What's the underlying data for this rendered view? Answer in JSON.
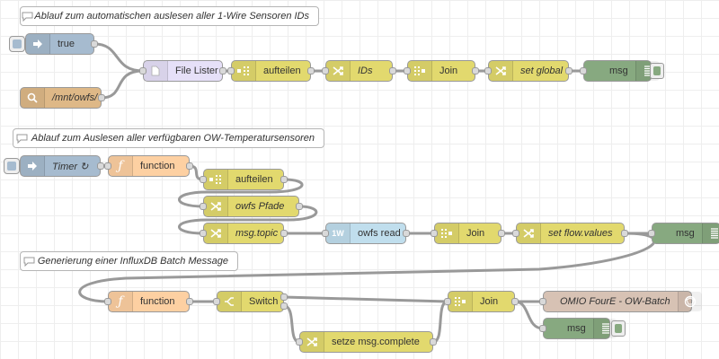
{
  "comments": {
    "c1": "Ablauf zum automatischen auslesen aller 1-Wire Sensoren IDs",
    "c2": "Ablauf zum Auslesen aller verfügbaren OW-Temperatursensoren",
    "c3": "Generierung einer InfluxDB Batch Message"
  },
  "nodes": {
    "inject_true": "true",
    "path_owfs": "/mnt/owfs/",
    "file_lister": "File Lister",
    "split_1": "aufteilen",
    "change_ids": "IDs",
    "join_1": "Join",
    "set_global": "set global",
    "debug_1": "msg",
    "timer": "Timer ↻",
    "function_1": "function",
    "split_2": "aufteilen",
    "owfs_pfade": "owfs Pfade",
    "msg_topic": "msg.topic",
    "owfs_read": "owfs read",
    "owfs_badge": "1W",
    "join_2": "Join",
    "set_flow": "set flow.values",
    "debug_2": "msg",
    "function_2": "function",
    "switch": "Switch",
    "join_3": "Join",
    "omio": "OMIO FourE - OW-Batch",
    "debug_3": "msg",
    "setze": "setze msg.complete"
  },
  "colors": {
    "function": "#fdd0a2",
    "change": "#e2d96e",
    "inject": "#a6bbcf",
    "debug": "#87a980",
    "file": "#e6e0f8",
    "owfs": "#c0deed",
    "influx": "#d7c2b4",
    "path": "#deb887"
  },
  "icons": {
    "comment": "speech-bubble-icon",
    "inject": "arrow-right-icon",
    "search": "magnifier-icon",
    "file": "document-icon",
    "split": "split-icon",
    "change": "shuffle-icon",
    "join": "join-icon",
    "debug": "list-icon",
    "function": "function-icon",
    "switch": "switch-icon",
    "database": "database-icon"
  }
}
